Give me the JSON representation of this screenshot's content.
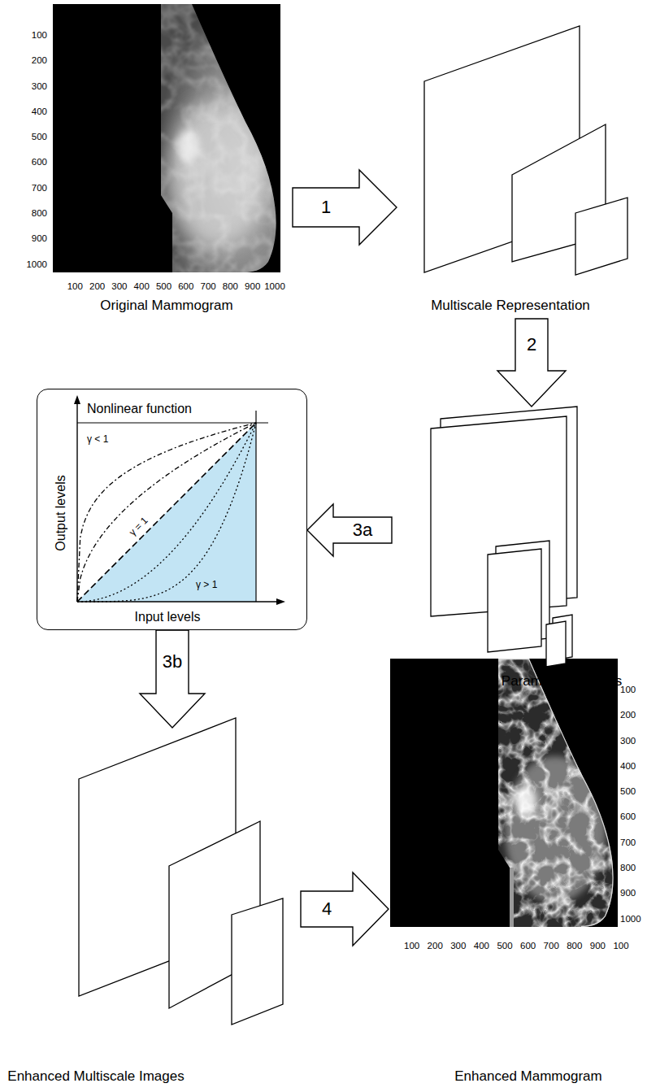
{
  "diagram": {
    "nodes": [
      {
        "text": [
          "Original Mammogram"
        ]
      },
      {
        "text": [
          "Multiscale Representation"
        ]
      },
      {
        "text": [
          "Image & Parameter matrices"
        ]
      },
      {
        "text": [
          "Nonlinear function",
          "Output levels",
          "Input levels",
          "γ < 1",
          "γ = 1",
          "γ > 1"
        ]
      },
      {
        "text": [
          "Enhanced Multiscale Images"
        ]
      },
      {
        "text": [
          "Enhanced Mammogram"
        ]
      }
    ],
    "edges": [
      {
        "from": 0,
        "to": 1,
        "arrow": "to",
        "label": "1"
      },
      {
        "from": 1,
        "to": 2,
        "arrow": "to",
        "label": "2"
      },
      {
        "from": 2,
        "to": 3,
        "arrow": "to",
        "label": "3a"
      },
      {
        "from": 3,
        "to": 4,
        "arrow": "to",
        "label": "3b"
      },
      {
        "from": 4,
        "to": 5,
        "arrow": "to",
        "label": "4"
      }
    ],
    "labels": [
      "100",
      "200",
      "300",
      "400",
      "500",
      "600",
      "700",
      "800",
      "900",
      "1000",
      "100",
      "200",
      "300",
      "400",
      "500",
      "600",
      "700",
      "800",
      "900",
      "1000",
      "100",
      "200",
      "300",
      "400",
      "500",
      "600",
      "700",
      "800",
      "900",
      "1000",
      "100",
      "200",
      "300",
      "400",
      "500",
      "600",
      "700",
      "800",
      "900",
      "100"
    ]
  }
}
